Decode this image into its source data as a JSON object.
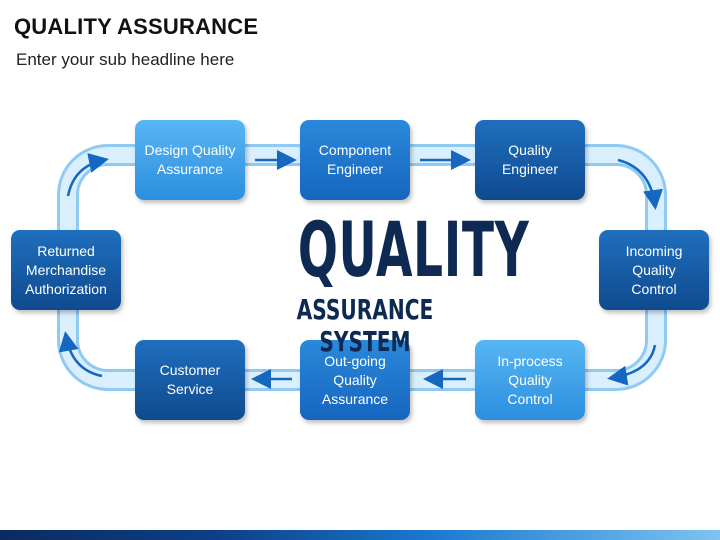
{
  "header": {
    "title": "QUALITY ASSURANCE",
    "subtitle": "Enter your sub headline here"
  },
  "center": {
    "main": "QUALITY",
    "sub": "ASSURANCE SYSTEM"
  },
  "steps": [
    {
      "label": "Design Quality\nAssurance",
      "shade": "light"
    },
    {
      "label": "Component\nEngineer",
      "shade": "mid"
    },
    {
      "label": "Quality\nEngineer",
      "shade": "dark"
    },
    {
      "label": "Incoming\nQuality\nControl",
      "shade": "dark"
    },
    {
      "label": "In-process\nQuality\nControl",
      "shade": "light"
    },
    {
      "label": "Out-going\nQuality\nAssurance",
      "shade": "mid"
    },
    {
      "label": "Customer\nService",
      "shade": "dark"
    },
    {
      "label": "Returned\nMerchandise\nAuthorization",
      "shade": "dark"
    }
  ],
  "colors": {
    "box_light": "#3ea3ec",
    "box_mid": "#1e78cf",
    "box_dark": "#15589f",
    "loop": "#bfe3fb",
    "arrow": "#1567c0",
    "center_text": "#0e2a52"
  }
}
